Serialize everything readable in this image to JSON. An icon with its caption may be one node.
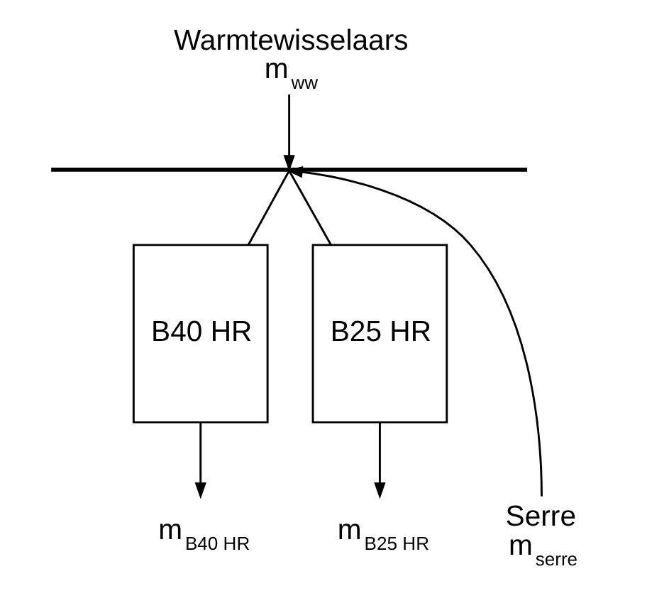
{
  "diagram": {
    "nodes": [
      {
        "text": [
          "Warmtewisselaars",
          "m$_{ww}$"
        ]
      },
      {
        "text": [],
        "shape": "bar"
      },
      {
        "text": [
          "Serre",
          "m$_{serre}$"
        ]
      },
      {
        "text": [
          "B40 HR"
        ]
      },
      {
        "text": [
          "B25 HR"
        ]
      },
      {
        "text": [
          "m$_{B40 HR}$"
        ]
      },
      {
        "text": [
          "m$_{B25 HR}$"
        ]
      }
    ],
    "edges": [
      {
        "from": 0,
        "to": 1,
        "arrow": "to"
      },
      {
        "from": 2,
        "to": 1,
        "arrow": "to"
      },
      {
        "from": 1,
        "to": 3,
        "arrow": "none"
      },
      {
        "from": 1,
        "to": 4,
        "arrow": "none"
      },
      {
        "from": 3,
        "to": 5,
        "arrow": "to"
      },
      {
        "from": 4,
        "to": 6,
        "arrow": "to"
      }
    ]
  }
}
